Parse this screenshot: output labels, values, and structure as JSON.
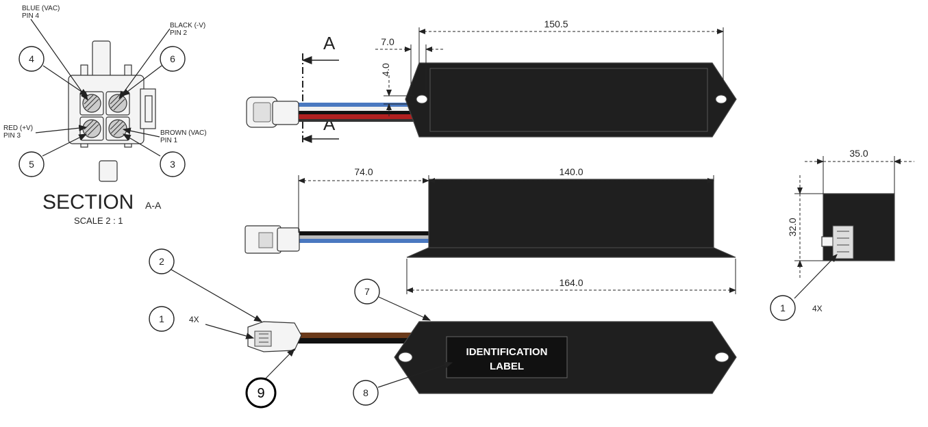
{
  "section": {
    "title": "SECTION",
    "subtitle": "A-A",
    "scale": "SCALE 2 : 1",
    "wires": [
      {
        "color_label": "BLUE (VAC)",
        "pin_label": "PIN 4"
      },
      {
        "color_label": "BLACK (-V)",
        "pin_label": "PIN 2"
      },
      {
        "color_label": "RED (+V)",
        "pin_label": "PIN 3"
      },
      {
        "color_label": "BROWN (VAC)",
        "pin_label": "PIN 1"
      }
    ],
    "bubbles": [
      "4",
      "6",
      "5",
      "3"
    ]
  },
  "section_marker": "A",
  "dimensions": {
    "top_length": "150.5",
    "top_offset": "7.0",
    "top_height": "4.0",
    "side_lead": "74.0",
    "side_body": "140.0",
    "side_overall": "164.0",
    "end_width": "35.0",
    "end_height": "32.0"
  },
  "callouts": {
    "item_1": "1",
    "item_2": "2",
    "item_7": "7",
    "item_8": "8",
    "item_9": "9",
    "qty": "4X",
    "end_item": "1",
    "end_qty": "4X"
  },
  "label": {
    "line1": "IDENTIFICATION",
    "line2": "LABEL"
  },
  "colors": {
    "body": "#1f1f1f",
    "wire_blue": "#4a78c0",
    "wire_red": "#b02020",
    "wire_brown": "#6b3a1a",
    "wire_black": "#111111"
  }
}
